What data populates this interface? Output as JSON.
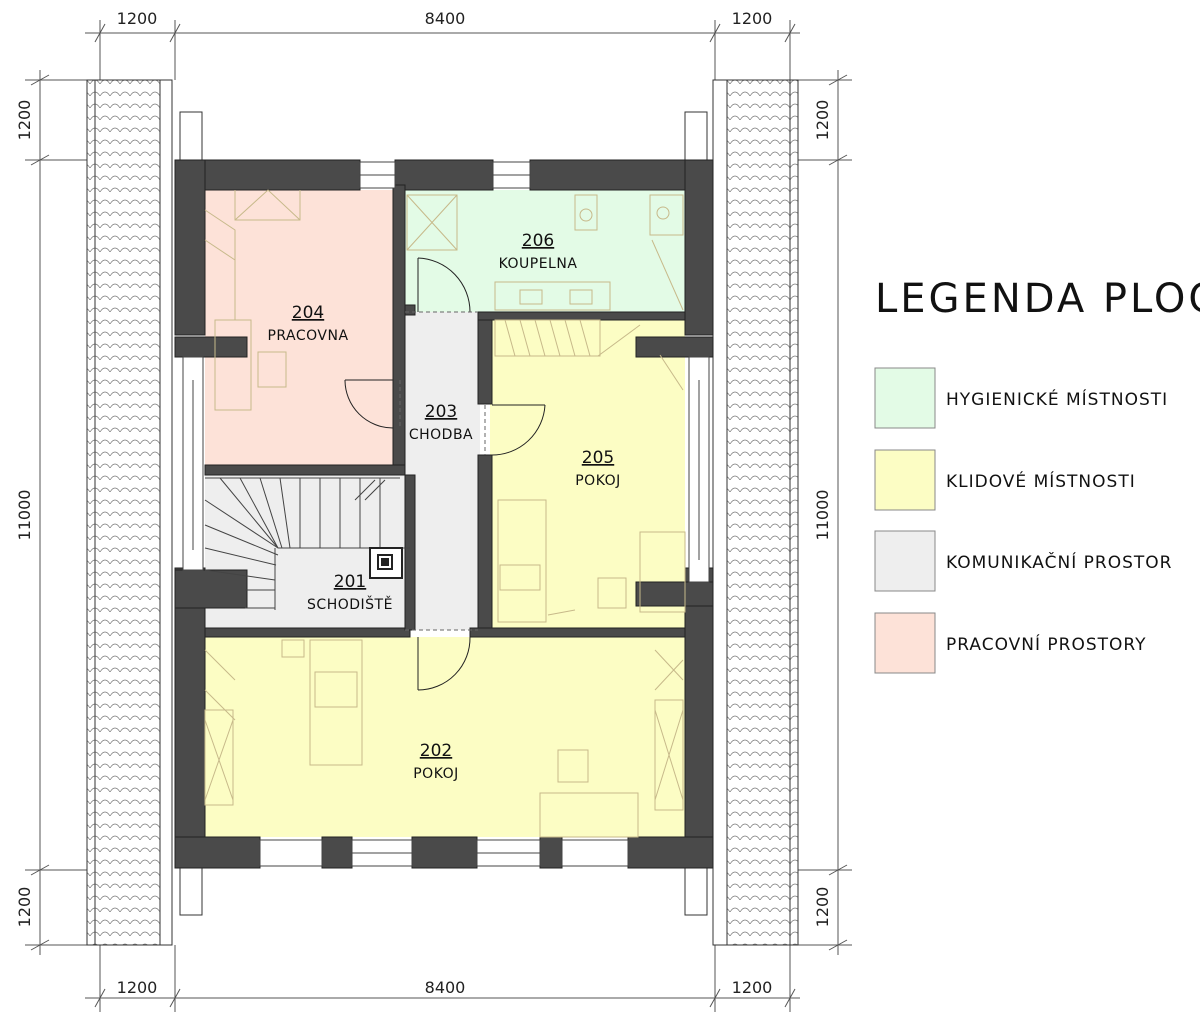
{
  "dimensions": {
    "top": [
      "1200",
      "8400",
      "1200"
    ],
    "bottom": [
      "1200",
      "8400",
      "1200"
    ],
    "left": [
      "1200",
      "11000",
      "1200"
    ],
    "right": [
      "1200",
      "11000",
      "1200"
    ]
  },
  "rooms": [
    {
      "number": "201",
      "name": "SCHODIŠTĚ",
      "category": "komunikacni"
    },
    {
      "number": "202",
      "name": "POKOJ",
      "category": "klidove"
    },
    {
      "number": "203",
      "name": "CHODBA",
      "category": "komunikacni"
    },
    {
      "number": "204",
      "name": "PRACOVNA",
      "category": "pracovni"
    },
    {
      "number": "205",
      "name": "POKOJ",
      "category": "klidove"
    },
    {
      "number": "206",
      "name": "KOUPELNA",
      "category": "hygienicke"
    }
  ],
  "legend": {
    "title": "LEGENDA PLOCH",
    "items": [
      {
        "key": "hygienicke",
        "label": "HYGIENICKÉ MÍSTNOSTI",
        "color": "#e3fbe6"
      },
      {
        "key": "klidove",
        "label": "KLIDOVÉ MÍSTNOSTI",
        "color": "#fcfdc4"
      },
      {
        "key": "komunikacni",
        "label": "KOMUNIKAČNÍ PROSTOR",
        "color": "#eeeeee"
      },
      {
        "key": "pracovni",
        "label": "PRACOVNÍ PROSTORY",
        "color": "#fde2d8"
      }
    ]
  },
  "colors": {
    "wall": "#4a4a4a",
    "line": "#333333"
  }
}
